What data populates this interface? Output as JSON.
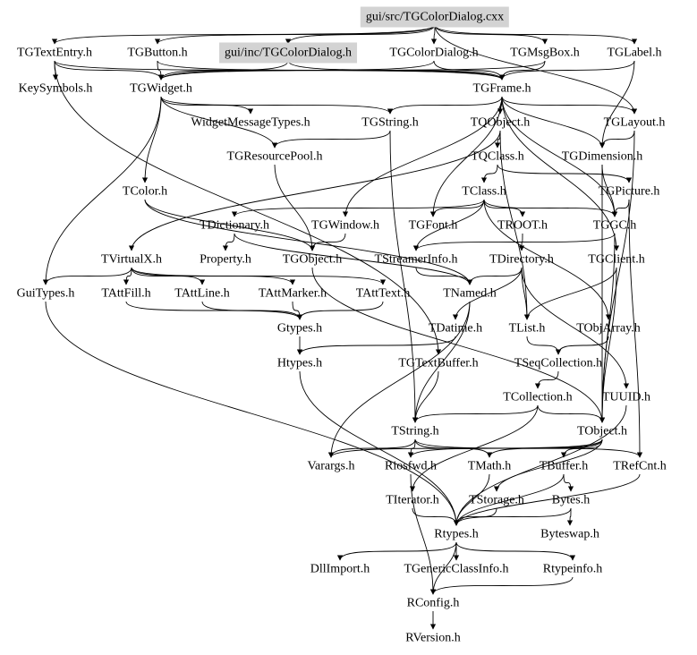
{
  "diagram": {
    "title": "gui/src/TGColorDialog.cxx",
    "type": "include-dependency-graph",
    "highlight_color": "#d3d3d3",
    "edge_color": "#000000",
    "nodes": [
      {
        "id": "src",
        "label": "gui/src/TGColorDialog.cxx",
        "highlight": true
      },
      {
        "id": "TGTextEntry",
        "label": "TGTextEntry.h"
      },
      {
        "id": "TGButton",
        "label": "TGButton.h"
      },
      {
        "id": "incColorDialog",
        "label": "gui/inc/TGColorDialog.h",
        "highlight": true
      },
      {
        "id": "TGColorDialog",
        "label": "TGColorDialog.h"
      },
      {
        "id": "TGMsgBox",
        "label": "TGMsgBox.h"
      },
      {
        "id": "TGLabel",
        "label": "TGLabel.h"
      },
      {
        "id": "KeySymbols",
        "label": "KeySymbols.h"
      },
      {
        "id": "TGWidget",
        "label": "TGWidget.h"
      },
      {
        "id": "TGFrame",
        "label": "TGFrame.h"
      },
      {
        "id": "WidgetMessageTypes",
        "label": "WidgetMessageTypes.h"
      },
      {
        "id": "TGString",
        "label": "TGString.h"
      },
      {
        "id": "TQObject",
        "label": "TQObject.h"
      },
      {
        "id": "TGLayout",
        "label": "TGLayout.h"
      },
      {
        "id": "TGResourcePool",
        "label": "TGResourcePool.h"
      },
      {
        "id": "TQClass",
        "label": "TQClass.h"
      },
      {
        "id": "TGDimension",
        "label": "TGDimension.h"
      },
      {
        "id": "TColor",
        "label": "TColor.h"
      },
      {
        "id": "TClass",
        "label": "TClass.h"
      },
      {
        "id": "TGPicture",
        "label": "TGPicture.h"
      },
      {
        "id": "TDictionary",
        "label": "TDictionary.h"
      },
      {
        "id": "TGWindow",
        "label": "TGWindow.h"
      },
      {
        "id": "TGFont",
        "label": "TGFont.h"
      },
      {
        "id": "TROOT",
        "label": "TROOT.h"
      },
      {
        "id": "TGGC",
        "label": "TGGC.h"
      },
      {
        "id": "TVirtualX",
        "label": "TVirtualX.h"
      },
      {
        "id": "Property",
        "label": "Property.h"
      },
      {
        "id": "TGObject",
        "label": "TGObject.h"
      },
      {
        "id": "TStreamerInfo",
        "label": "TStreamerInfo.h"
      },
      {
        "id": "TDirectory",
        "label": "TDirectory.h"
      },
      {
        "id": "TGClient",
        "label": "TGClient.h"
      },
      {
        "id": "GuiTypes",
        "label": "GuiTypes.h"
      },
      {
        "id": "TAttFill",
        "label": "TAttFill.h"
      },
      {
        "id": "TAttLine",
        "label": "TAttLine.h"
      },
      {
        "id": "TAttMarker",
        "label": "TAttMarker.h"
      },
      {
        "id": "TAttText",
        "label": "TAttText.h"
      },
      {
        "id": "TNamed",
        "label": "TNamed.h"
      },
      {
        "id": "Gtypes",
        "label": "Gtypes.h"
      },
      {
        "id": "TDatime",
        "label": "TDatime.h"
      },
      {
        "id": "TList",
        "label": "TList.h"
      },
      {
        "id": "TObjArray",
        "label": "TObjArray.h"
      },
      {
        "id": "Htypes",
        "label": "Htypes.h"
      },
      {
        "id": "TGTextBuffer",
        "label": "TGTextBuffer.h"
      },
      {
        "id": "TSeqCollection",
        "label": "TSeqCollection.h"
      },
      {
        "id": "TCollection",
        "label": "TCollection.h"
      },
      {
        "id": "TUUID",
        "label": "TUUID.h"
      },
      {
        "id": "TString",
        "label": "TString.h"
      },
      {
        "id": "TObject",
        "label": "TObject.h"
      },
      {
        "id": "Varargs",
        "label": "Varargs.h"
      },
      {
        "id": "Riosfwd",
        "label": "Riosfwd.h"
      },
      {
        "id": "TMath",
        "label": "TMath.h"
      },
      {
        "id": "TBuffer",
        "label": "TBuffer.h"
      },
      {
        "id": "TRefCnt",
        "label": "TRefCnt.h"
      },
      {
        "id": "TIterator",
        "label": "TIterator.h"
      },
      {
        "id": "TStorage",
        "label": "TStorage.h"
      },
      {
        "id": "Bytes",
        "label": "Bytes.h"
      },
      {
        "id": "Rtypes",
        "label": "Rtypes.h"
      },
      {
        "id": "Byteswap",
        "label": "Byteswap.h"
      },
      {
        "id": "DllImport",
        "label": "DllImport.h"
      },
      {
        "id": "TGenericClassInfo",
        "label": "TGenericClassInfo.h"
      },
      {
        "id": "Rtypeinfo",
        "label": "Rtypeinfo.h"
      },
      {
        "id": "RConfig",
        "label": "RConfig.h"
      },
      {
        "id": "RVersion",
        "label": "RVersion.h"
      }
    ],
    "edges": [
      [
        "src",
        "TGTextEntry"
      ],
      [
        "src",
        "TGButton"
      ],
      [
        "src",
        "incColorDialog"
      ],
      [
        "src",
        "TGColorDialog"
      ],
      [
        "src",
        "TGMsgBox"
      ],
      [
        "src",
        "TGLabel"
      ],
      [
        "src",
        "TGLayout"
      ],
      [
        "TGTextEntry",
        "KeySymbols"
      ],
      [
        "TGTextEntry",
        "TGWidget"
      ],
      [
        "TGTextEntry",
        "TGFrame"
      ],
      [
        "TGTextEntry",
        "TGTextBuffer"
      ],
      [
        "TGButton",
        "TGWidget"
      ],
      [
        "TGButton",
        "TGFrame"
      ],
      [
        "incColorDialog",
        "TGWidget"
      ],
      [
        "incColorDialog",
        "TGFrame"
      ],
      [
        "TGColorDialog",
        "TGFrame"
      ],
      [
        "TGColorDialog",
        "TGWidget"
      ],
      [
        "TGMsgBox",
        "TGFrame"
      ],
      [
        "TGMsgBox",
        "TGWidget"
      ],
      [
        "TGLabel",
        "TGFrame"
      ],
      [
        "TGLabel",
        "TGDimension"
      ],
      [
        "TGWidget",
        "WidgetMessageTypes"
      ],
      [
        "TGWidget",
        "TGString"
      ],
      [
        "TGWidget",
        "TGResourcePool"
      ],
      [
        "TGWidget",
        "TColor"
      ],
      [
        "TGWidget",
        "GuiTypes"
      ],
      [
        "TGFrame",
        "TGString"
      ],
      [
        "TGFrame",
        "TQObject"
      ],
      [
        "TGFrame",
        "TGLayout"
      ],
      [
        "TGFrame",
        "TGDimension"
      ],
      [
        "TGFrame",
        "TGWindow"
      ],
      [
        "TGFrame",
        "TGFont"
      ],
      [
        "TGFrame",
        "TGGC"
      ],
      [
        "TGFrame",
        "TGClient"
      ],
      [
        "TGString",
        "TString"
      ],
      [
        "TGString",
        "TGResourcePool"
      ],
      [
        "TQObject",
        "TQClass"
      ],
      [
        "TQObject",
        "TList"
      ],
      [
        "TQObject",
        "TVirtualX"
      ],
      [
        "TQClass",
        "TClass"
      ],
      [
        "TQClass",
        "TGPicture"
      ],
      [
        "TGLayout",
        "TGDimension"
      ],
      [
        "TGLayout",
        "TObject"
      ],
      [
        "TGResourcePool",
        "TGObject"
      ],
      [
        "TGDimension",
        "TGGC"
      ],
      [
        "TGDimension",
        "TObject"
      ],
      [
        "TColor",
        "TGObject"
      ],
      [
        "TColor",
        "TNamed"
      ],
      [
        "TClass",
        "TDictionary"
      ],
      [
        "TClass",
        "TROOT"
      ],
      [
        "TClass",
        "TStreamerInfo"
      ],
      [
        "TClass",
        "TGGC"
      ],
      [
        "TClass",
        "TObjArray"
      ],
      [
        "TClass",
        "TGFont"
      ],
      [
        "TGPicture",
        "TGGC"
      ],
      [
        "TGPicture",
        "TRefCnt"
      ],
      [
        "TDictionary",
        "Property"
      ],
      [
        "TDictionary",
        "TNamed"
      ],
      [
        "TGWindow",
        "TGObject"
      ],
      [
        "TROOT",
        "TDirectory"
      ],
      [
        "TGGC",
        "TObject"
      ],
      [
        "TGGC",
        "TStreamerInfo"
      ],
      [
        "TVirtualX",
        "GuiTypes"
      ],
      [
        "TVirtualX",
        "TAttFill"
      ],
      [
        "TVirtualX",
        "TAttLine"
      ],
      [
        "TVirtualX",
        "TAttMarker"
      ],
      [
        "TVirtualX",
        "TAttText"
      ],
      [
        "TGObject",
        "TObject"
      ],
      [
        "TStreamerInfo",
        "TNamed"
      ],
      [
        "TDirectory",
        "TNamed"
      ],
      [
        "TDirectory",
        "TDatime"
      ],
      [
        "TDirectory",
        "TList"
      ],
      [
        "TDirectory",
        "TUUID"
      ],
      [
        "TGClient",
        "TList"
      ],
      [
        "TGClient",
        "TObject"
      ],
      [
        "GuiTypes",
        "Rtypes"
      ],
      [
        "TAttFill",
        "Gtypes"
      ],
      [
        "TAttLine",
        "Gtypes"
      ],
      [
        "TAttMarker",
        "Gtypes"
      ],
      [
        "TAttText",
        "Gtypes"
      ],
      [
        "TNamed",
        "TString"
      ],
      [
        "TNamed",
        "Varargs"
      ],
      [
        "Gtypes",
        "Htypes"
      ],
      [
        "TDatime",
        "Htypes"
      ],
      [
        "TList",
        "TSeqCollection"
      ],
      [
        "TObjArray",
        "TSeqCollection"
      ],
      [
        "Htypes",
        "Rtypes"
      ],
      [
        "TGTextBuffer",
        "TString"
      ],
      [
        "TSeqCollection",
        "TCollection"
      ],
      [
        "TCollection",
        "TObject"
      ],
      [
        "TCollection",
        "TIterator"
      ],
      [
        "TCollection",
        "TString"
      ],
      [
        "TUUID",
        "Rtypes"
      ],
      [
        "TString",
        "TRefCnt"
      ],
      [
        "TString",
        "Riosfwd"
      ],
      [
        "TString",
        "TMath"
      ],
      [
        "TString",
        "Varargs"
      ],
      [
        "TObject",
        "TMath"
      ],
      [
        "TObject",
        "TBuffer"
      ],
      [
        "TObject",
        "Riosfwd"
      ],
      [
        "TObject",
        "TStorage"
      ],
      [
        "TObject",
        "Varargs"
      ],
      [
        "Riosfwd",
        "RConfig"
      ],
      [
        "TMath",
        "Rtypes"
      ],
      [
        "TBuffer",
        "Bytes"
      ],
      [
        "TBuffer",
        "Rtypes"
      ],
      [
        "TRefCnt",
        "Rtypes"
      ],
      [
        "TIterator",
        "Rtypes"
      ],
      [
        "TStorage",
        "Rtypes"
      ],
      [
        "Bytes",
        "Byteswap"
      ],
      [
        "Bytes",
        "Rtypes"
      ],
      [
        "Rtypes",
        "DllImport"
      ],
      [
        "Rtypes",
        "TGenericClassInfo"
      ],
      [
        "Rtypes",
        "Rtypeinfo"
      ],
      [
        "Rtypes",
        "RConfig"
      ],
      [
        "Rtypeinfo",
        "RConfig"
      ],
      [
        "RConfig",
        "RVersion"
      ]
    ]
  }
}
